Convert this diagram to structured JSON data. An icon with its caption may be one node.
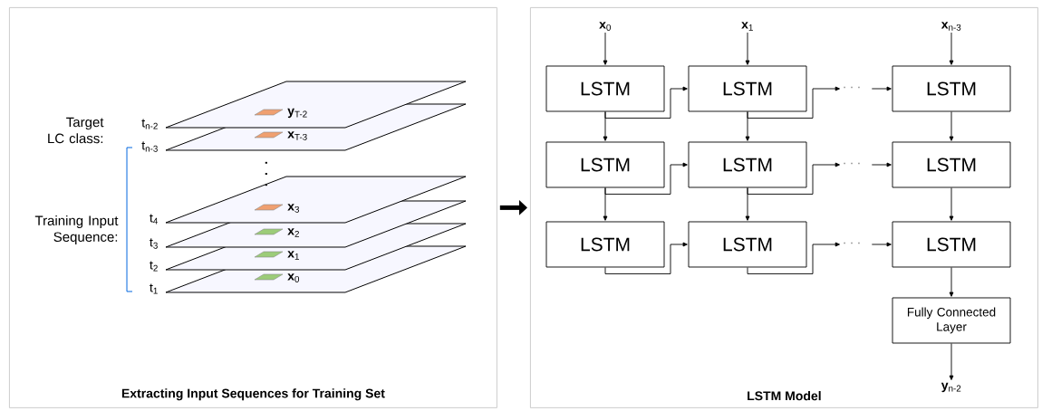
{
  "diagram": {
    "nodes": [
      {
        "text": [
          "Extracting Input Sequences for Training Set"
        ]
      },
      {
        "text": [
          "LSTM Model"
        ]
      },
      {
        "text": [
          "**y**$_{T-2}$"
        ],
        "in": 0
      },
      {
        "text": [
          "**x**$_{T-3}$"
        ],
        "in": 0
      },
      {
        "text": [
          "**x**$_{3}$"
        ],
        "in": 0
      },
      {
        "text": [
          "**x**$_{2}$"
        ],
        "in": 0
      },
      {
        "text": [
          "**x**$_{1}$"
        ],
        "in": 0
      },
      {
        "text": [
          "**x**$_{0}$"
        ],
        "in": 0
      },
      {
        "text": [
          "**x**$_{0}$"
        ],
        "in": 1
      },
      {
        "text": [
          "**x**$_{1}$"
        ],
        "in": 1
      },
      {
        "text": [
          "**x**$_{n-3}$"
        ],
        "in": 1
      },
      {
        "text": [
          "LSTM"
        ],
        "in": 1
      },
      {
        "text": [
          "LSTM"
        ],
        "in": 1
      },
      {
        "text": [
          "· · ·"
        ],
        "in": 1
      },
      {
        "text": [
          "LSTM"
        ],
        "in": 1
      },
      {
        "text": [
          "LSTM"
        ],
        "in": 1
      },
      {
        "text": [
          "LSTM"
        ],
        "in": 1
      },
      {
        "text": [
          "· · ·"
        ],
        "in": 1
      },
      {
        "text": [
          "LSTM"
        ],
        "in": 1
      },
      {
        "text": [
          "LSTM"
        ],
        "in": 1
      },
      {
        "text": [
          "LSTM"
        ],
        "in": 1
      },
      {
        "text": [
          "· · ·"
        ],
        "in": 1
      },
      {
        "text": [
          "LSTM"
        ],
        "in": 1
      },
      {
        "text": [
          "Fully Connected Layer"
        ],
        "in": 1
      },
      {
        "text": [
          "**y**$_{n-2}$"
        ],
        "in": 1
      }
    ],
    "edges": [
      {
        "from": 0,
        "to": 1,
        "arrow": "to",
        "style": "thick"
      },
      {
        "from": 8,
        "to": 11,
        "arrow": "to"
      },
      {
        "from": 9,
        "to": 12,
        "arrow": "to"
      },
      {
        "from": 10,
        "to": 14,
        "arrow": "to"
      },
      {
        "from": 11,
        "to": 12,
        "arrow": "to"
      },
      {
        "from": 12,
        "to": 13,
        "arrow": "to"
      },
      {
        "from": 13,
        "to": 14,
        "arrow": "to"
      },
      {
        "from": 11,
        "to": 15,
        "arrow": "to"
      },
      {
        "from": 12,
        "to": 16,
        "arrow": "to"
      },
      {
        "from": 14,
        "to": 18,
        "arrow": "to"
      },
      {
        "from": 15,
        "to": 16,
        "arrow": "to"
      },
      {
        "from": 16,
        "to": 17,
        "arrow": "to"
      },
      {
        "from": 17,
        "to": 18,
        "arrow": "to"
      },
      {
        "from": 15,
        "to": 19,
        "arrow": "to"
      },
      {
        "from": 16,
        "to": 20,
        "arrow": "to"
      },
      {
        "from": 18,
        "to": 22,
        "arrow": "to"
      },
      {
        "from": 19,
        "to": 20,
        "arrow": "to"
      },
      {
        "from": 20,
        "to": 21,
        "arrow": "to"
      },
      {
        "from": 21,
        "to": 22,
        "arrow": "to"
      },
      {
        "from": 22,
        "to": 23,
        "arrow": "to"
      },
      {
        "from": 23,
        "to": 24,
        "arrow": "to"
      }
    ],
    "labels": [
      "Target LC class:",
      "t$_{n-2}$",
      "t$_{n-3}$",
      "· · ·",
      "Training Input Sequence:",
      "t$_{4}$",
      "t$_{3}$",
      "t$_{2}$",
      "t$_{1}$"
    ]
  }
}
